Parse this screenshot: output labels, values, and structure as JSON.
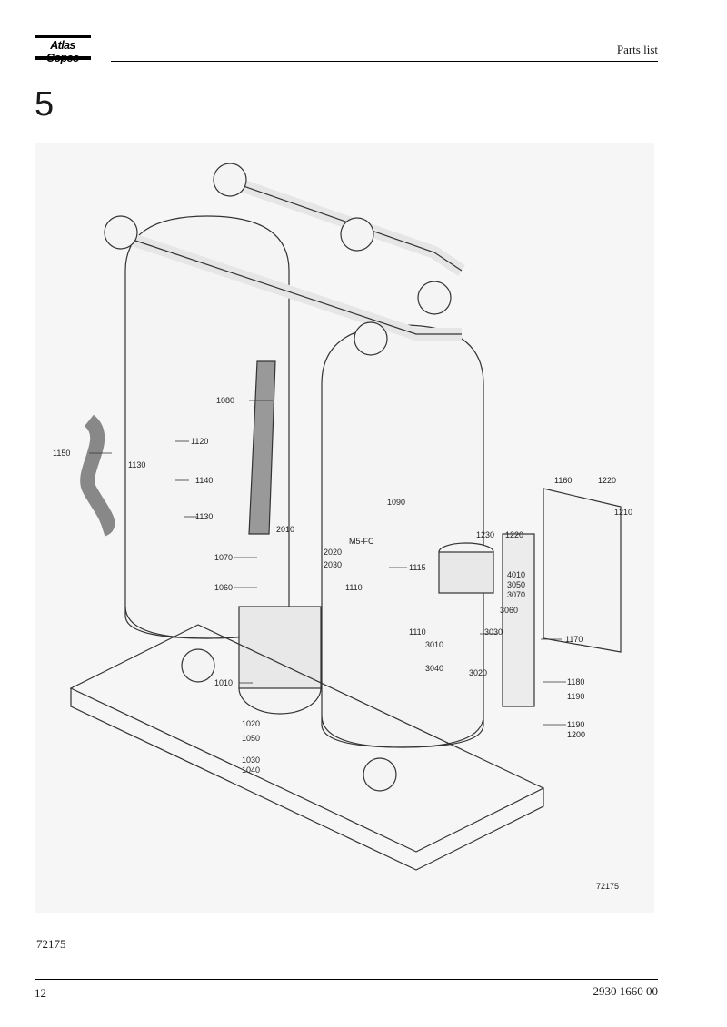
{
  "header": {
    "brand": "Atlas Copco",
    "title": "Parts list"
  },
  "section_number": "5",
  "drawing": {
    "figure_id": "72175",
    "part_labels": [
      "1080",
      "1150",
      "1120",
      "1130",
      "1140",
      "1130",
      "1090",
      "M5-FC",
      "1160",
      "1220",
      "1210",
      "2010",
      "1230",
      "1220",
      "2020",
      "1070",
      "2030",
      "1115",
      "4010",
      "3050",
      "3070",
      "1060",
      "1110",
      "3060",
      "3030",
      "1110",
      "1170",
      "3010",
      "3040",
      "3020",
      "1010",
      "1180",
      "1190",
      "1020",
      "1050",
      "1190",
      "1200",
      "1030",
      "1040"
    ]
  },
  "reference_label": "72175",
  "footer": {
    "page_number": "12",
    "document_number": "2930 1660 00"
  }
}
